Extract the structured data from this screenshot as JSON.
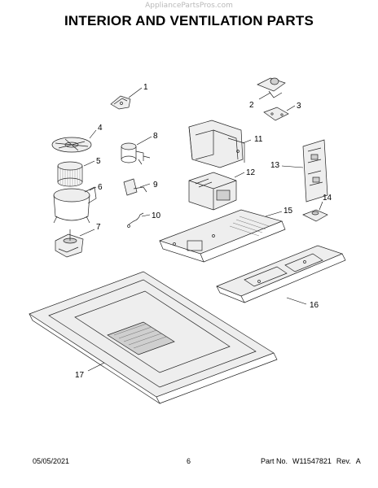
{
  "watermark": "AppliancePartsPros.com",
  "title": "INTERIOR AND VENTILATION PARTS",
  "callouts": {
    "c1": "1",
    "c2": "2",
    "c3": "3",
    "c4": "4",
    "c5": "5",
    "c6": "6",
    "c7": "7",
    "c8": "8",
    "c9": "9",
    "c10": "10",
    "c11": "11",
    "c12": "12",
    "c13": "13",
    "c14": "14",
    "c15": "15",
    "c16": "16",
    "c17": "17"
  },
  "footer": {
    "date": "05/05/2021",
    "page": "6",
    "part_label": "Part No.",
    "part_no": "W11547821",
    "rev_label": "Rev.",
    "rev": "A"
  }
}
